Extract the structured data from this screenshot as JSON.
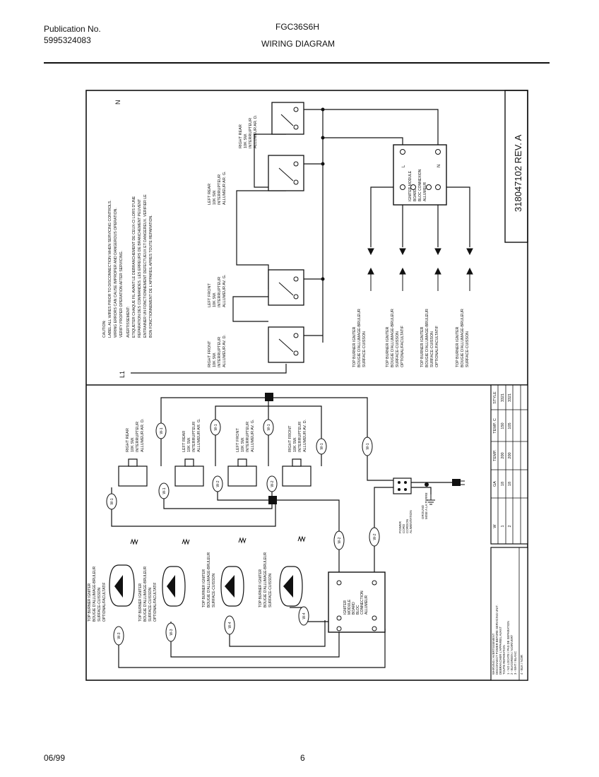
{
  "header": {
    "publication_label": "Publication No.",
    "publication_number": "5995324083",
    "model": "FGC36S6H",
    "title": "WIRING DIAGRAM"
  },
  "footer": {
    "date": "06/99",
    "page": "6"
  },
  "schematic": {
    "part_number": "318047102 REV. A",
    "l1": "L1",
    "n": "N",
    "caution": [
      "CAUTION:",
      "LABEL ALL WIRES PRIOR TO DISCONNECTION WHEN SERVICING CONTROLS.",
      "WIRING ERRORS CAN CAUSE IMPROPER AND DANGEROUS OPERATION.",
      "VERIFY PROPER OPERATION AFTER SERVICING.",
      "AVERTISSEMENT:",
      "ETIQUETER CHAQUE FIL AVANT LE DEBRANCHEMENT DE CEUX-CI LORS D'UNE",
      "REPARATION DES COMMANDES. LES ERREURS DE BRANCHEMENT PEUVENT",
      "ENTRAINER UN FONCTIONNEMENT DEFECTUEUX ET DANGEREUX. VERIFIER LE",
      "BON FONCTIONNEMENT DE L'APPAREIL APRES TOUTE REPARATION."
    ],
    "switches": [
      [
        "RIGHT REAR",
        "10K SW.",
        "INTERRUPTEUR",
        "ALLUMEUR AR. D."
      ],
      [
        "LEFT REAR",
        "10K SW.",
        "INTERRUPTEUR",
        "ALLUMEUR AR. G."
      ],
      [
        "LEFT FRONT",
        "10K SW.",
        "INTERRUPTEUR",
        "ALLUMEUR AV. G."
      ],
      [
        "RIGHT FRONT",
        "10K SW.",
        "INTERRUPTEUR",
        "ALLUMEUR AV. D."
      ]
    ],
    "igniters": [
      [
        "TOP BURNER IGNITER",
        "BOUGIE D'ALLUMAGE-BRULEUR",
        "SURFACE-CUISSON"
      ],
      [
        "TOP BURNER IGNITER",
        "BOUGIE D'ALLUMAGE-BRULEUR",
        "SURFACE-CUISSON",
        "OPTIONAL/FACULTATIF"
      ],
      [
        "TOP BURNER IGNITER",
        "BOUGIE D'ALLUMAGE-BRULEUR",
        "SURFACE-CUISSON",
        "OPTIONAL/FACULTATIF"
      ],
      [
        "TOP BURNER IGNITER",
        "BOUGIE D'ALLUMAGE-BRULEUR",
        "SURFACE-CUISSON"
      ]
    ],
    "module": [
      "IGNITER MODULE",
      "BOARD",
      "BLOC CONNEXION",
      "ALLUMEUR"
    ],
    "module_terminals": {
      "l": "L",
      "n": "N"
    }
  },
  "pictorial": {
    "switches": [
      [
        "RIGHT REAR",
        "10K SW.",
        "INTERRUPTEUR",
        "ALLUMEUR AR. D."
      ],
      [
        "LEFT REAR",
        "10K SW.",
        "INTERRUPTEUR",
        "ALLUMEUR AR. G."
      ],
      [
        "LEFT FRONT",
        "10K SW.",
        "INTERRUPTEUR",
        "ALLUMEUR AV. G."
      ],
      [
        "RIGHT FRONT",
        "10K SW.",
        "INTERRUPTEUR",
        "ALLUMEUR AV. D."
      ]
    ],
    "igniters": [
      [
        "TOP BURNER IGNITER",
        "BOUGIE D'ALLUMAGE-BRULEUR",
        "SURFACE-CUISSON",
        "OPTIONAL/FACULTATIF"
      ],
      [
        "TOP BURNER IGNITER",
        "BOUGIE D'ALLUMAGE-BRULEUR",
        "SURFACE-CUISSON",
        "OPTIONAL/FACULTATIF"
      ],
      [
        "TOP BURNER IGNITER",
        "BOUGIE D'ALLUMAGE-BRULEUR",
        "SURFACE-CUISSON"
      ],
      [
        "TOP BURNER IGNITER",
        "BOUGIE D'ALLUMAGE-BRULEUR",
        "SURFACE-CUISSON"
      ]
    ],
    "module": [
      "IGNITER",
      "MODULE",
      "BOARD",
      "BLOC",
      "CONNECTION",
      "ALLUMEUR"
    ],
    "wire_tags": [
      "W-1",
      "W-1",
      "W-1",
      "W-1",
      "W-1",
      "W-1",
      "W-1",
      "W-2",
      "W-2",
      "W-2",
      "W-2",
      "W-3",
      "W-3",
      "W-4",
      "W-4"
    ],
    "power_cord": [
      "POWER",
      "CORD",
      "CORDON",
      "ALIMENTATION"
    ],
    "ground": [
      "GROUND",
      "MISE A LA TERRE"
    ]
  },
  "wire_table": {
    "rows": [
      [
        "1",
        "2"
      ],
      [
        "18",
        "18"
      ],
      [
        "200",
        "200"
      ],
      [
        "150",
        "105"
      ],
      [
        "3321",
        "3321"
      ]
    ],
    "headers": [
      "W",
      "GA",
      "TEMP.",
      "TEMP. C",
      "STYLE"
    ]
  },
  "warning": [
    "WARNING / AVERTISSEMENT",
    "DISCONNECT POWER BEFORE SERVICING UNIT.",
    "DEBRANCHER L'APPAREIL AVANT",
    "TOUTE REPARATION",
    "1 - NO LOCATE / PAS DE SEPARATION",
    "2 - BLK/GREEN / NOIR/VERT",
    "3 - WHT / BLANC",
    "4 - BLK / NOIR"
  ]
}
